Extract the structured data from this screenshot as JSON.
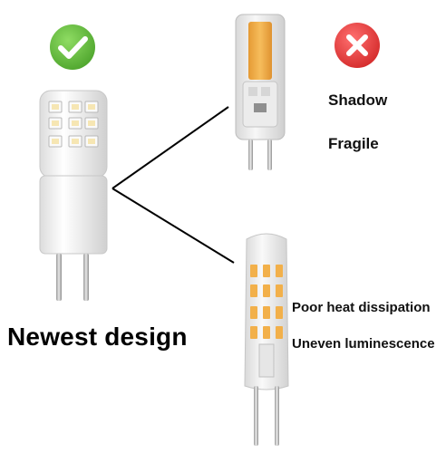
{
  "good_item": {
    "check_icon": "checkmark-icon",
    "caption": "Newest design"
  },
  "bad_item": {
    "cross_icon": "cross-icon",
    "cob_bulb": {
      "issues": [
        "Shadow",
        "Fragile"
      ]
    },
    "smd_bulb": {
      "issues": [
        "Poor heat dissipation",
        "Uneven luminescence"
      ]
    }
  },
  "colors": {
    "check_green": "#6cc04a",
    "cross_red": "#ea4040",
    "led_yellow": "#f2b04a",
    "line": "#000000"
  }
}
